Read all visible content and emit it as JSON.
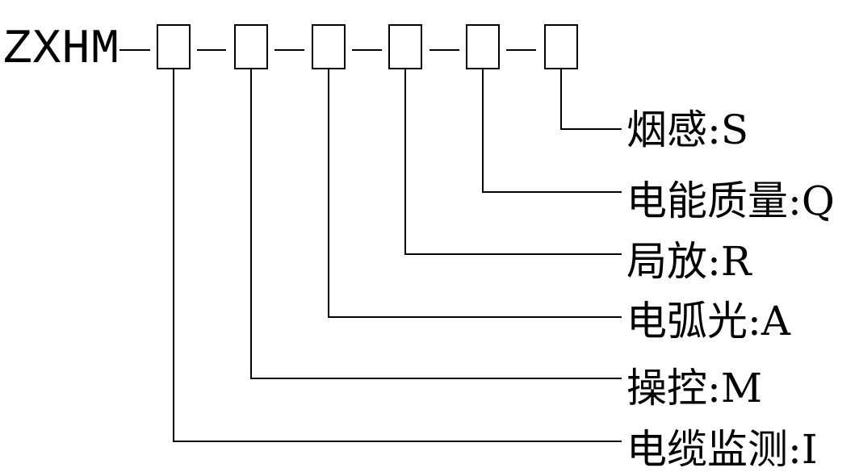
{
  "model_code": {
    "prefix": "ZXHM",
    "separator": "—",
    "slot_count": 6
  },
  "options": [
    {
      "label": "烟感:S"
    },
    {
      "label": "电能质量:Q"
    },
    {
      "label": "局放:R"
    },
    {
      "label": "电弧光:A"
    },
    {
      "label": "操控:M"
    },
    {
      "label": "电缆监测:I"
    }
  ],
  "colors": {
    "line": "#000000",
    "background": "#ffffff"
  }
}
